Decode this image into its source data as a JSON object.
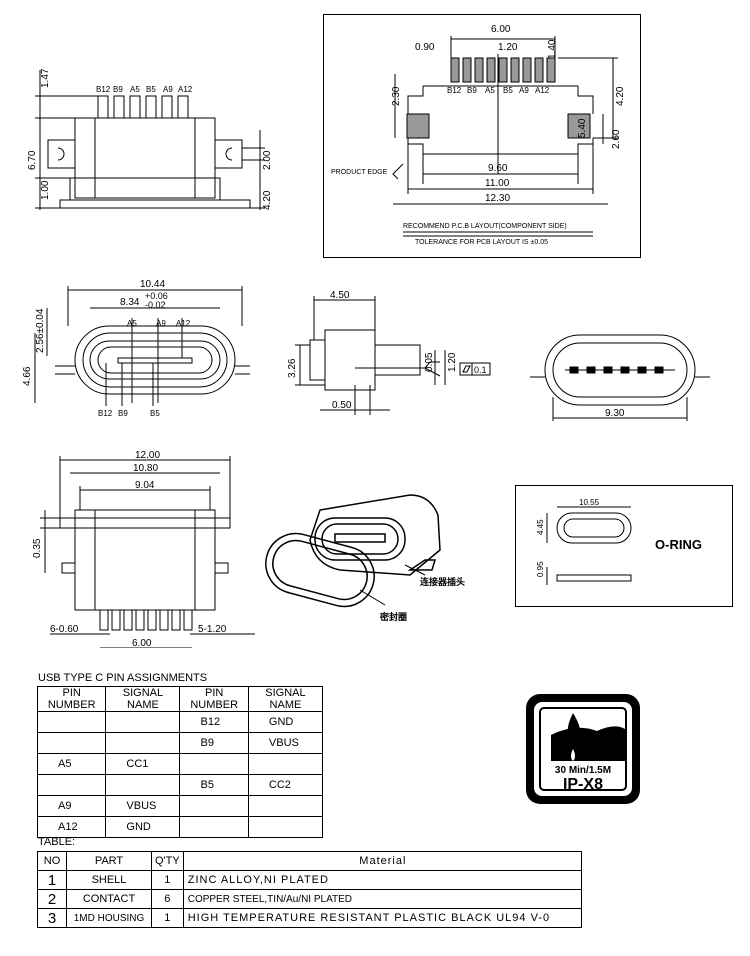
{
  "top_left_view": {
    "pins": [
      "B12",
      "B9",
      "A5",
      "B5",
      "A9",
      "A12"
    ],
    "dims": {
      "d1": "1.47",
      "d2": "6.70",
      "d3": "1.00",
      "d4": "2.00",
      "d5": "4.20"
    }
  },
  "pcb_layout": {
    "pins": [
      "B12",
      "B9",
      "A5",
      "B5",
      "A9",
      "A12"
    ],
    "dims": {
      "d1": "6.00",
      "d2": "0.90",
      "d3": "1.20",
      "d4": "1.40",
      "d5": "2.30",
      "d6": "4.20",
      "d7": "5.40",
      "d8": "2.60",
      "d9": "9.60",
      "d10": "11.00",
      "d11": "12.30"
    },
    "product_edge": "PRODUCT EDGE",
    "note1": "RECOMMEND P.C.B LAYOUT(COMPONENT SIDE)",
    "note2": "TOLERANCE FOR PCB LAYOUT IS ±0.05"
  },
  "front_view": {
    "top_pins": [
      "A5",
      "A9",
      "A12"
    ],
    "bottom_pins": [
      "B12",
      "B9",
      "B5"
    ],
    "dims": {
      "d1": "10.44",
      "d2": "8.34",
      "d2_tol_plus": "+0.06",
      "d2_tol_minus": "-0.02",
      "d3": "2.56±0.04",
      "d4": "4.66"
    }
  },
  "side_view": {
    "dims": {
      "d1": "4.50",
      "d2": "3.26",
      "d3": "0.05",
      "d4": "1.20",
      "d5": "0.50",
      "flatness": "0.1"
    }
  },
  "rear_view": {
    "dims": {
      "d1": "9.30"
    }
  },
  "bottom_view": {
    "dims": {
      "d1": "12.00",
      "d2": "10.80",
      "d3": "9.04",
      "d4": "0.35",
      "d5": "6-0.60",
      "d6": "5-1.20",
      "d7": "6.00"
    }
  },
  "iso_view": {
    "label_connector": "连接器插头",
    "label_seal": "密封圈"
  },
  "oring_view": {
    "title": "O-RING",
    "dims": {
      "d1": "10.55",
      "d2": "4.45",
      "d3": "0.95"
    }
  },
  "pin_table": {
    "caption": "USB TYPE C PIN ASSIGNMENTS",
    "headers": [
      "PIN NUMBER",
      "SIGNAL NAME",
      "PIN NUMBER",
      "SIGNAL NAME"
    ],
    "rows": [
      [
        "",
        "",
        "B12",
        "GND"
      ],
      [
        "",
        "",
        "B9",
        "VBUS"
      ],
      [
        "A5",
        "CC1",
        "",
        ""
      ],
      [
        "",
        "",
        "B5",
        "CC2"
      ],
      [
        "A9",
        "VBUS",
        "",
        ""
      ],
      [
        "A12",
        "GND",
        "",
        ""
      ]
    ]
  },
  "ip_badge": {
    "line1": "30 Min/1.5M",
    "line2": "IP-X8"
  },
  "material_table": {
    "caption": "TABLE:",
    "headers": [
      "NO",
      "PART",
      "Q'TY",
      "Material"
    ],
    "rows": [
      [
        "1",
        "SHELL",
        "1",
        "ZINC ALLOY,NI PLATED"
      ],
      [
        "2",
        "CONTACT",
        "6",
        "COPPER STEEL,TIN/Au/NI PLATED"
      ],
      [
        "3",
        "1MD HOUSING",
        "1",
        "HIGH TEMPERATURE RESISTANT PLASTIC BLACK UL94 V-0"
      ]
    ]
  }
}
